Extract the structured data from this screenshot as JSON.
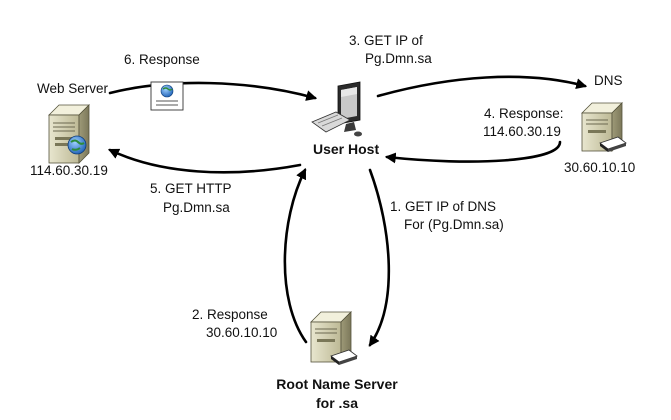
{
  "nodes": {
    "web_server": {
      "name": "Web Server",
      "ip": "114.60.30.19"
    },
    "dns": {
      "name": "DNS",
      "ip": "30.60.10.10"
    },
    "user_host": {
      "name": "User Host"
    },
    "root_name_server": {
      "name_line1": "Root Name Server",
      "name_line2": "for .sa"
    }
  },
  "steps": {
    "step1": {
      "line1": "1. GET IP of DNS",
      "line2": "For (Pg.Dmn.sa)"
    },
    "step2": {
      "line1": "2. Response",
      "line2": "30.60.10.10"
    },
    "step3": {
      "line1": "3. GET IP of",
      "line2": "Pg.Dmn.sa"
    },
    "step4": {
      "line1": "4. Response:",
      "line2": "114.60.30.19"
    },
    "step5": {
      "line1": "5. GET HTTP",
      "line2": "Pg.Dmn.sa"
    },
    "step6": {
      "line1": "6. Response"
    }
  }
}
